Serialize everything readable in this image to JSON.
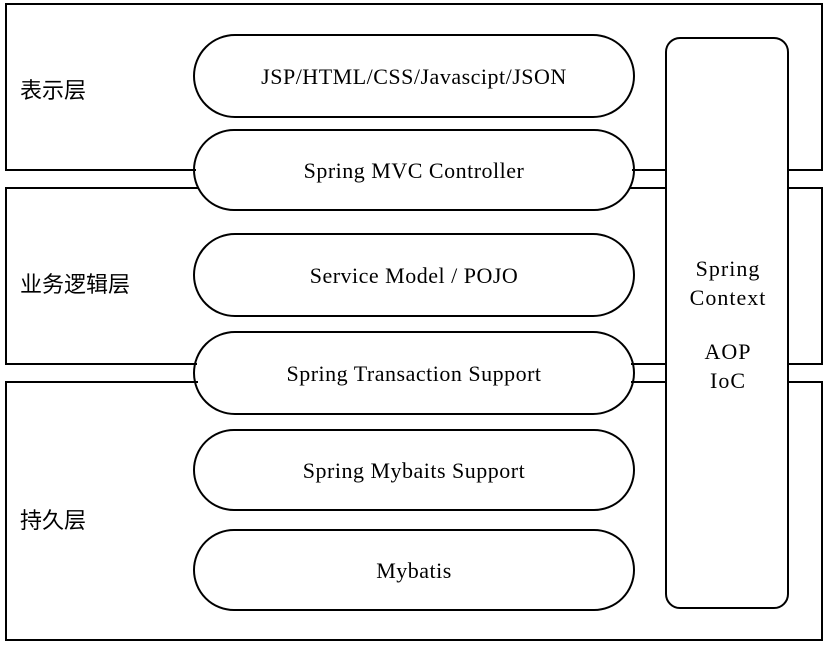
{
  "layers": {
    "presentation": "表示层",
    "business": "业务逻辑层",
    "persistence": "持久层"
  },
  "pills": {
    "frontend": "JSP/HTML/CSS/Javascipt/JSON",
    "mvc": "Spring MVC Controller",
    "service": "Service Model / POJO",
    "transaction": "Spring Transaction Support",
    "mybatis_support": "Spring Mybaits Support",
    "mybatis": "Mybatis"
  },
  "side_panel": {
    "line1": "Spring",
    "line2": "Context",
    "line3": "AOP",
    "line4": "IoC"
  }
}
